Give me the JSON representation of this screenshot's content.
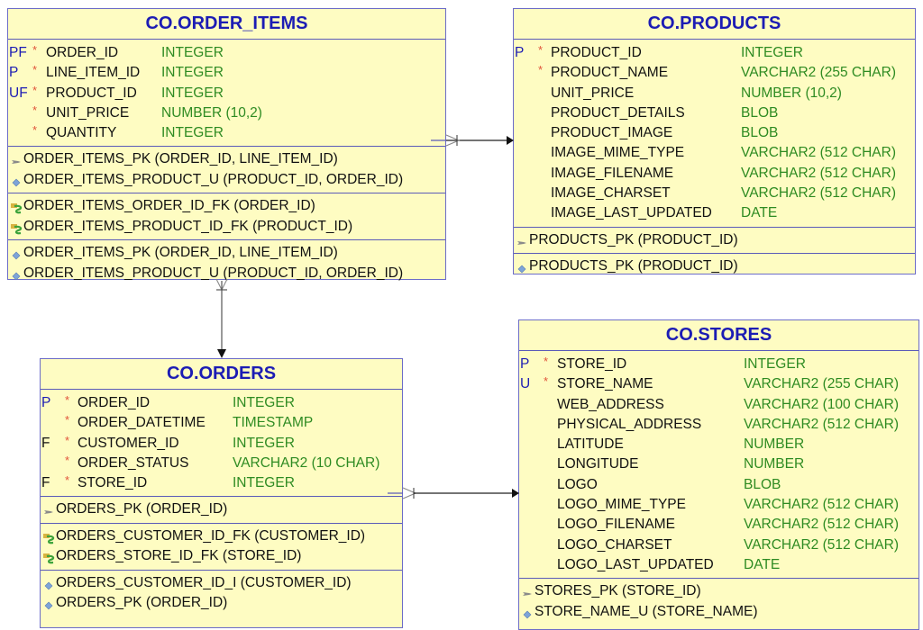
{
  "colors": {
    "entity_bg": "#fefcc2",
    "entity_border": "#6c6cc8",
    "title": "#1c1cb4",
    "key_label": "#1c1cb4",
    "required_star": "#e0543a",
    "column_name": "#111111",
    "data_type": "#2e8b22"
  },
  "entities": {
    "order_items": {
      "title": "CO.ORDER_ITEMS",
      "columns": [
        {
          "key": "PF",
          "required": "*",
          "name": "ORDER_ID",
          "type": "INTEGER"
        },
        {
          "key": "P",
          "required": "*",
          "name": "LINE_ITEM_ID",
          "type": "INTEGER"
        },
        {
          "key": "UF",
          "required": "*",
          "name": "PRODUCT_ID",
          "type": "INTEGER"
        },
        {
          "key": "",
          "required": "*",
          "name": "UNIT_PRICE",
          "type": "NUMBER (10,2)"
        },
        {
          "key": "",
          "required": "*",
          "name": "QUANTITY",
          "type": "INTEGER"
        }
      ],
      "keys": [
        {
          "icon": "primary-key-icon",
          "text": "ORDER_ITEMS_PK (ORDER_ID, LINE_ITEM_ID)"
        },
        {
          "icon": "unique-key-icon",
          "text": "ORDER_ITEMS_PRODUCT_U (PRODUCT_ID, ORDER_ID)"
        }
      ],
      "foreign_keys": [
        {
          "icon": "foreign-key-icon",
          "text": "ORDER_ITEMS_ORDER_ID_FK (ORDER_ID)"
        },
        {
          "icon": "foreign-key-icon",
          "text": "ORDER_ITEMS_PRODUCT_ID_FK (PRODUCT_ID)"
        }
      ],
      "indexes": [
        {
          "icon": "index-icon",
          "text": "ORDER_ITEMS_PK (ORDER_ID, LINE_ITEM_ID)"
        },
        {
          "icon": "index-icon",
          "text": "ORDER_ITEMS_PRODUCT_U (PRODUCT_ID, ORDER_ID)"
        }
      ]
    },
    "products": {
      "title": "CO.PRODUCTS",
      "columns": [
        {
          "key": "P",
          "required": "*",
          "name": "PRODUCT_ID",
          "type": "INTEGER"
        },
        {
          "key": "",
          "required": "*",
          "name": "PRODUCT_NAME",
          "type": "VARCHAR2 (255 CHAR)"
        },
        {
          "key": "",
          "required": "",
          "name": "UNIT_PRICE",
          "type": "NUMBER (10,2)"
        },
        {
          "key": "",
          "required": "",
          "name": "PRODUCT_DETAILS",
          "type": "BLOB"
        },
        {
          "key": "",
          "required": "",
          "name": "PRODUCT_IMAGE",
          "type": "BLOB"
        },
        {
          "key": "",
          "required": "",
          "name": "IMAGE_MIME_TYPE",
          "type": "VARCHAR2 (512 CHAR)"
        },
        {
          "key": "",
          "required": "",
          "name": "IMAGE_FILENAME",
          "type": "VARCHAR2 (512 CHAR)"
        },
        {
          "key": "",
          "required": "",
          "name": "IMAGE_CHARSET",
          "type": "VARCHAR2 (512 CHAR)"
        },
        {
          "key": "",
          "required": "",
          "name": "IMAGE_LAST_UPDATED",
          "type": "DATE"
        }
      ],
      "keys": [
        {
          "icon": "primary-key-icon",
          "text": "PRODUCTS_PK (PRODUCT_ID)"
        }
      ],
      "indexes": [
        {
          "icon": "index-icon",
          "text": "PRODUCTS_PK (PRODUCT_ID)"
        }
      ]
    },
    "orders": {
      "title": "CO.ORDERS",
      "columns": [
        {
          "key": "P",
          "required": "*",
          "name": "ORDER_ID",
          "type": "INTEGER"
        },
        {
          "key": "",
          "required": "*",
          "name": "ORDER_DATETIME",
          "type": "TIMESTAMP"
        },
        {
          "key": "F",
          "required": "*",
          "name": "CUSTOMER_ID",
          "type": "INTEGER"
        },
        {
          "key": "",
          "required": "*",
          "name": "ORDER_STATUS",
          "type": "VARCHAR2 (10 CHAR)"
        },
        {
          "key": "F",
          "required": "*",
          "name": "STORE_ID",
          "type": "INTEGER"
        }
      ],
      "keys": [
        {
          "icon": "primary-key-icon",
          "text": "ORDERS_PK (ORDER_ID)"
        }
      ],
      "foreign_keys": [
        {
          "icon": "foreign-key-icon",
          "text": "ORDERS_CUSTOMER_ID_FK (CUSTOMER_ID)"
        },
        {
          "icon": "foreign-key-icon",
          "text": "ORDERS_STORE_ID_FK (STORE_ID)"
        }
      ],
      "indexes": [
        {
          "icon": "index-icon",
          "text": "ORDERS_CUSTOMER_ID_I (CUSTOMER_ID)"
        },
        {
          "icon": "index-icon",
          "text": "ORDERS_PK (ORDER_ID)"
        }
      ]
    },
    "stores": {
      "title": "CO.STORES",
      "columns": [
        {
          "key": "P",
          "required": "*",
          "name": "STORE_ID",
          "type": "INTEGER"
        },
        {
          "key": "U",
          "required": "*",
          "name": "STORE_NAME",
          "type": "VARCHAR2 (255 CHAR)"
        },
        {
          "key": "",
          "required": "",
          "name": "WEB_ADDRESS",
          "type": "VARCHAR2 (100 CHAR)"
        },
        {
          "key": "",
          "required": "",
          "name": "PHYSICAL_ADDRESS",
          "type": "VARCHAR2 (512 CHAR)"
        },
        {
          "key": "",
          "required": "",
          "name": "LATITUDE",
          "type": "NUMBER"
        },
        {
          "key": "",
          "required": "",
          "name": "LONGITUDE",
          "type": "NUMBER"
        },
        {
          "key": "",
          "required": "",
          "name": "LOGO",
          "type": "BLOB"
        },
        {
          "key": "",
          "required": "",
          "name": "LOGO_MIME_TYPE",
          "type": "VARCHAR2 (512 CHAR)"
        },
        {
          "key": "",
          "required": "",
          "name": "LOGO_FILENAME",
          "type": "VARCHAR2 (512 CHAR)"
        },
        {
          "key": "",
          "required": "",
          "name": "LOGO_CHARSET",
          "type": "VARCHAR2 (512 CHAR)"
        },
        {
          "key": "",
          "required": "",
          "name": "LOGO_LAST_UPDATED",
          "type": "DATE"
        }
      ],
      "keys": [
        {
          "icon": "primary-key-icon",
          "text": "STORES_PK (STORE_ID)"
        },
        {
          "icon": "unique-key-icon",
          "text": "STORE_NAME_U (STORE_NAME)"
        }
      ]
    }
  },
  "relationships": [
    {
      "from": "CO.ORDER_ITEMS",
      "to": "CO.PRODUCTS",
      "type": "many-to-one"
    },
    {
      "from": "CO.ORDER_ITEMS",
      "to": "CO.ORDERS",
      "type": "many-to-one"
    },
    {
      "from": "CO.ORDERS",
      "to": "CO.STORES",
      "type": "many-to-one"
    }
  ]
}
